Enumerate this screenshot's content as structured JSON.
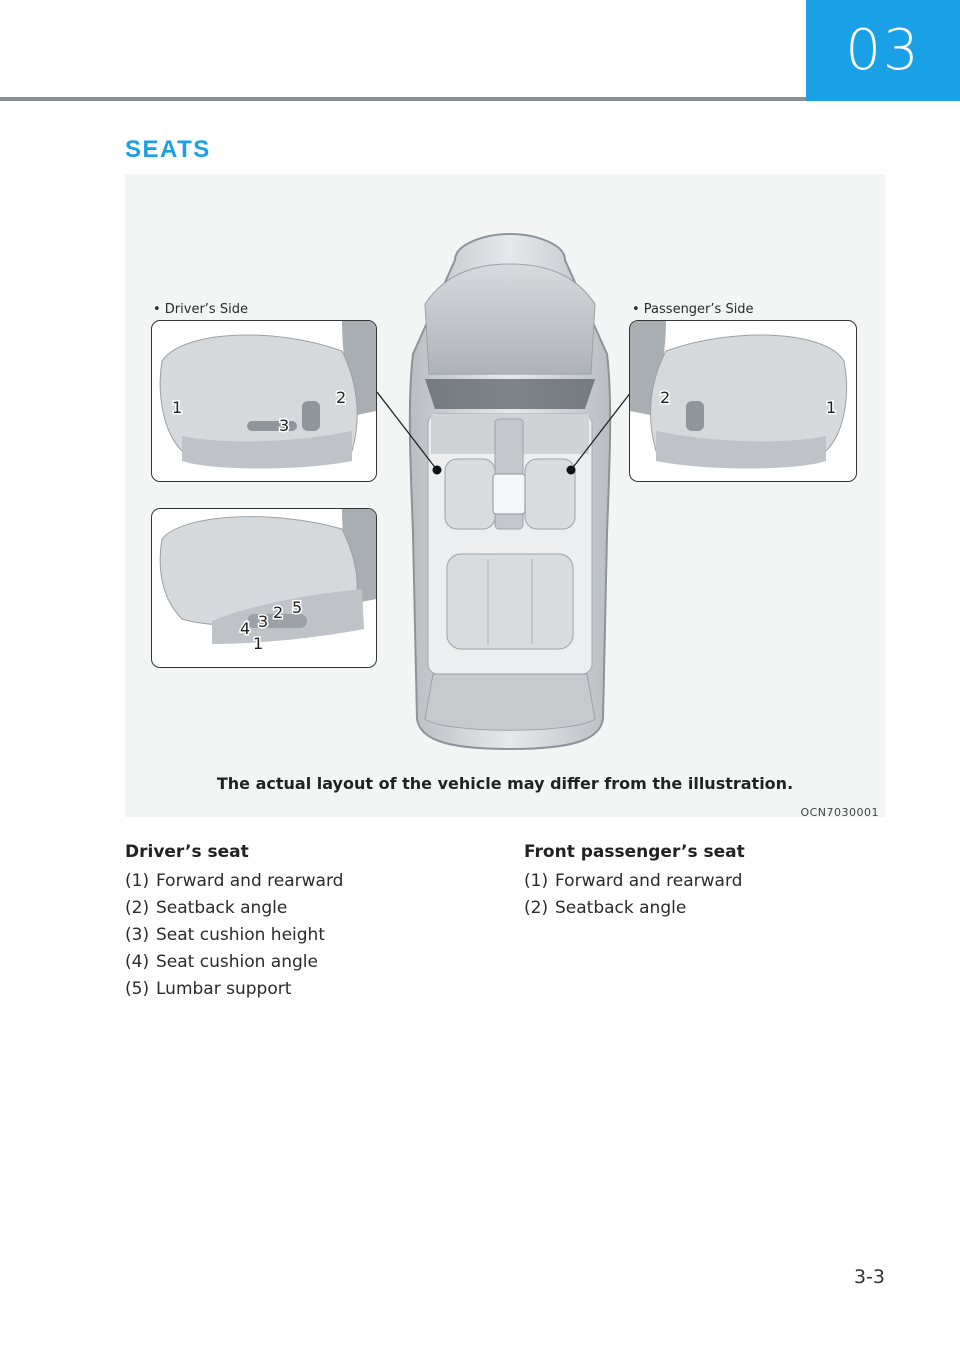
{
  "header": {
    "chapter_number": "03",
    "section_title": "SEATS"
  },
  "figure": {
    "drivers_side_label": "• Driver’s Side",
    "passengers_side_label": "• Passenger’s Side",
    "caption": "The actual layout of the vehicle may differ from the illustration.",
    "code": "OCN7030001",
    "driver_top_callouts": [
      "1",
      "2",
      "3"
    ],
    "driver_bottom_callouts": [
      "1",
      "2",
      "3",
      "4",
      "5"
    ],
    "passenger_callouts": [
      "1",
      "2"
    ]
  },
  "drivers_seat": {
    "heading": "Driver’s seat",
    "items": [
      {
        "num": "(1)",
        "text": "Forward and rearward"
      },
      {
        "num": "(2)",
        "text": "Seatback angle"
      },
      {
        "num": "(3)",
        "text": "Seat cushion height"
      },
      {
        "num": "(4)",
        "text": "Seat cushion angle"
      },
      {
        "num": "(5)",
        "text": "Lumbar support"
      }
    ]
  },
  "front_passengers_seat": {
    "heading": "Front passenger’s seat",
    "items": [
      {
        "num": "(1)",
        "text": "Forward and rearward"
      },
      {
        "num": "(2)",
        "text": "Seatback angle"
      }
    ]
  },
  "footer": {
    "page_number": "3-3"
  }
}
